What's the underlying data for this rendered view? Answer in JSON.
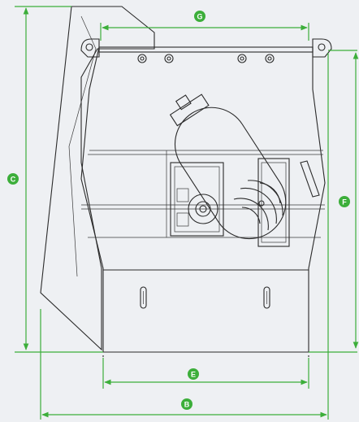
{
  "dimensions": {
    "B": "B",
    "C": "C",
    "E": "E",
    "F": "F",
    "G": "G"
  },
  "colors": {
    "background": "#eef0f3",
    "line": "#2a2a2a",
    "dimension": "#3cae3a",
    "fill": "#ffffff"
  }
}
